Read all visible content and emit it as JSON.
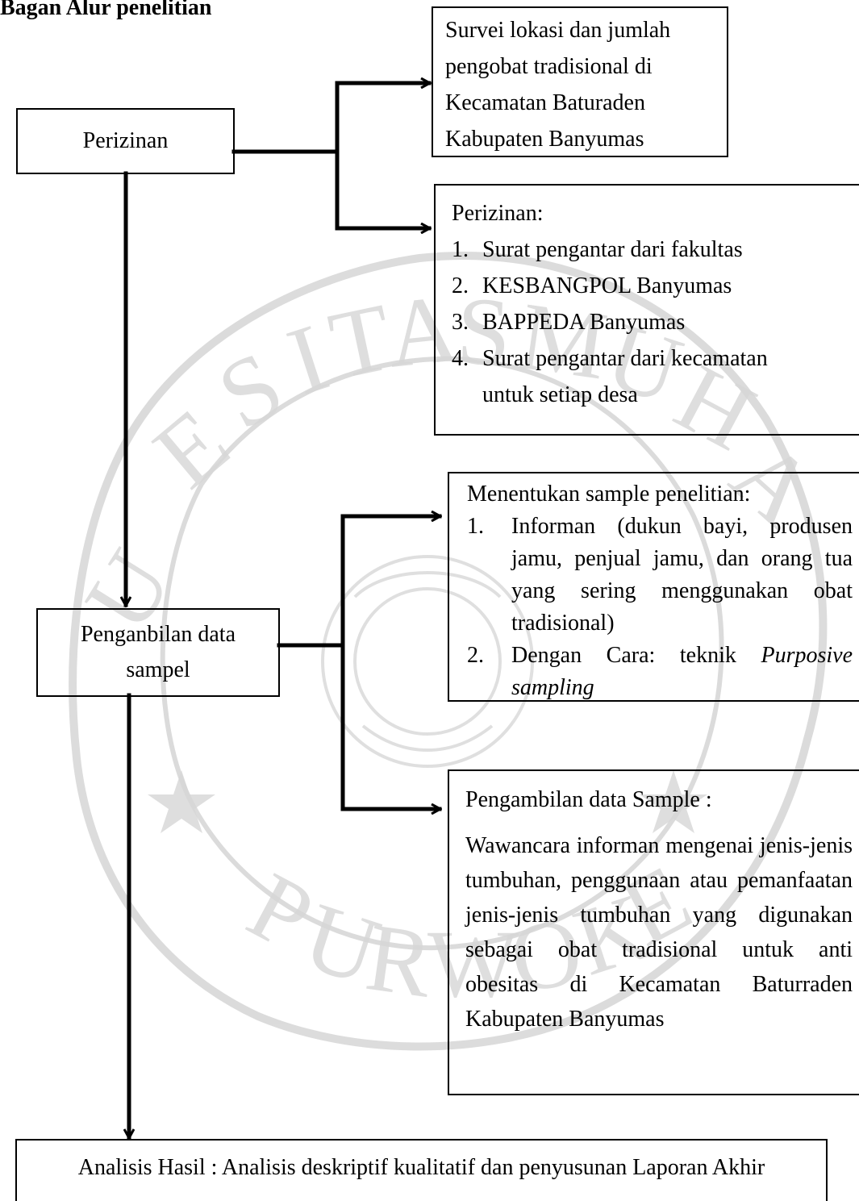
{
  "heading": "Bagan Alur penelitian",
  "nodes": {
    "perizinan_main": {
      "label": "Perizinan"
    },
    "survei": {
      "text": "Survei lokasi dan jumlah pengobat tradisional di Kecamatan Baturaden Kabupaten Banyumas"
    },
    "perizinan_list": {
      "title": "Perizinan:",
      "items": [
        "Surat pengantar dari fakultas",
        "KESBANGPOL Banyumas",
        "BAPPEDA Banyumas",
        "Surat pengantar dari kecamatan untuk setiap desa"
      ]
    },
    "penganbilan": {
      "label": "Penganbilan data sampel"
    },
    "menentukan": {
      "title": "Menentukan sample penelitian:",
      "items": [
        {
          "num": "1.",
          "text": "Informan (dukun bayi, produsen jamu, penjual jamu, dan orang tua yang sering menggunakan obat tradisional)"
        },
        {
          "num": "2.",
          "text_plain": "Dengan Cara: teknik",
          "text_italic": "Purposive sampling"
        }
      ]
    },
    "pengambilan_sample": {
      "title": "Pengambilan data Sample :",
      "body": "Wawancara informan mengenai jenis-jenis tumbuhan, penggunaan atau pemanfaatan jenis-jenis tumbuhan yang digunakan sebagai obat tradisional untuk anti obesitas di Kecamatan Baturraden Kabupaten Banyumas"
    },
    "analisis": {
      "label": "Analisis Hasil : Analisis deskriptif kualitatif dan penyusunan Laporan Akhir"
    }
  },
  "watermark": {
    "text_top": "UNIVERSITAS MUHAMMADIYAH",
    "text_bottom": "PURWOKERTO",
    "color": "#bfbfbf"
  }
}
